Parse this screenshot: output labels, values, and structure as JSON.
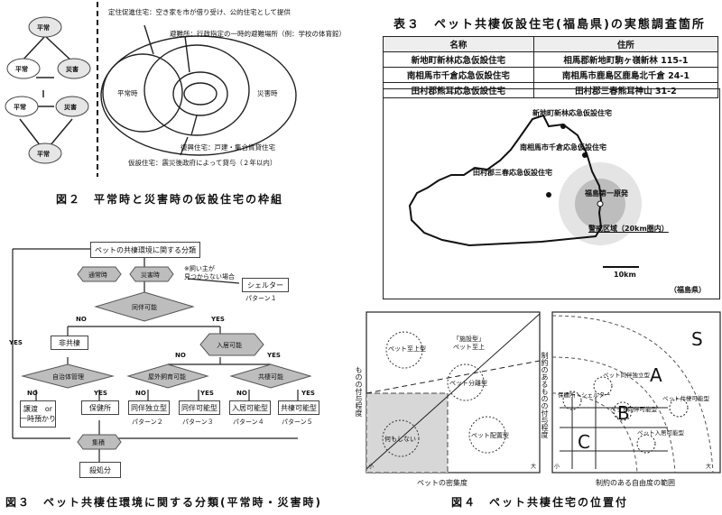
{
  "fig2": {
    "caption": "図２　平常時と災害時の仮設住宅の枠組",
    "c_normal_1": "平常",
    "c_normal_2": "平常",
    "c_disaster_2": "災害",
    "c_normal_3": "平常",
    "c_disaster_3": "災害",
    "c_normal_4": "平常",
    "label_promo": "定住促進住宅：空き家を市が借り受け、公的住宅として提供",
    "label_evac": "避難所：行政指定の一時的避難場所（例：学校の体育館）",
    "label_normal_time": "平常時",
    "label_disaster_time": "災害時",
    "label_recovery": "復興住宅：戸建・集合賃貸住宅",
    "label_temp": "仮設住宅：震災後政府によって貸与（２年以内）"
  },
  "table3": {
    "title": "表３　ペット共棲仮設住宅(福島県)の実態調査箇所",
    "headers": [
      "名称",
      "住所"
    ],
    "rows": [
      [
        "新地町新林応急仮設住宅",
        "相馬郡新地町駒ヶ嶺新林 115-1"
      ],
      [
        "南相馬市千倉応急仮設住宅",
        "南相馬市鹿島区鹿島北千倉 24-1"
      ],
      [
        "田村郡熊耳応急仮設住宅",
        "田村郡三春熊耳神山 31-2"
      ]
    ]
  },
  "map": {
    "label_shinchi": "新地町新林応急仮設住宅",
    "label_minamisoma": "南相馬市千倉応急仮設住宅",
    "label_tamura": "田村郡三春応急仮設住宅",
    "label_plant": "福島第一原発",
    "label_zone": "警戒区域（20km圏内）",
    "scale": "10km",
    "region": "（福島県）"
  },
  "fig3": {
    "caption": "図３　ペット共棲住環境に関する分類(平常時・災害時)",
    "top": "ペットの共棲環境に関する分類",
    "normal": "通常時",
    "disaster": "災害時",
    "note": "※飼い主が\n見つからない場合",
    "shelter": "シェルター",
    "pattern1": "パターン１",
    "cohab": "同伴可能",
    "no1": "NO",
    "yes1": "YES",
    "nonco": "非共棲",
    "move": "入居可能",
    "self_manage": "自治体管理",
    "indoor": "屋外飼育可能",
    "cobreed": "共棲可能",
    "no2": "NO",
    "yes2": "YES",
    "no3": "NO",
    "yes3": "YES",
    "no4": "NO",
    "yes4": "YES",
    "no5": "NO",
    "yes5": "YES",
    "yes_side": "YES",
    "transfer": "譲渡　or\n一時預かり",
    "health": "保健所",
    "indep": "同伴独立型",
    "possible": "同伴可能型",
    "move_type": "入居可能型",
    "coexist_type": "共棲可能型",
    "p2": "パターン２",
    "p3": "パターン３",
    "p4": "パターン４",
    "p5": "パターン５",
    "gather": "集積",
    "kill": "殺処分"
  },
  "fig4": {
    "caption": "図４　ペット共棲住宅の位置付",
    "ylabel_left": "ものの付与程度",
    "ylabel_right": "制約のあるものの付与程度",
    "xlabel_left": "ペットの密集度",
    "xlabel_right": "制約のある自由度の範囲",
    "pet_top": "ペット至上型",
    "facility": "「施設型」\nペット至上",
    "pet_split": "ペット分離型",
    "nothing": "何もしない",
    "pet_place": "ペット配置型",
    "small": "小",
    "large": "大",
    "S": "S",
    "A": "A",
    "B": "B",
    "C": "C",
    "pet_indep": "ペット同伴独立型",
    "health_shelter": "保健所・シェルター",
    "pet_co": "ペット同伴可能型",
    "pet_coexist": "ペット共棲可能型",
    "pet_move": "ペット入居可能型"
  }
}
